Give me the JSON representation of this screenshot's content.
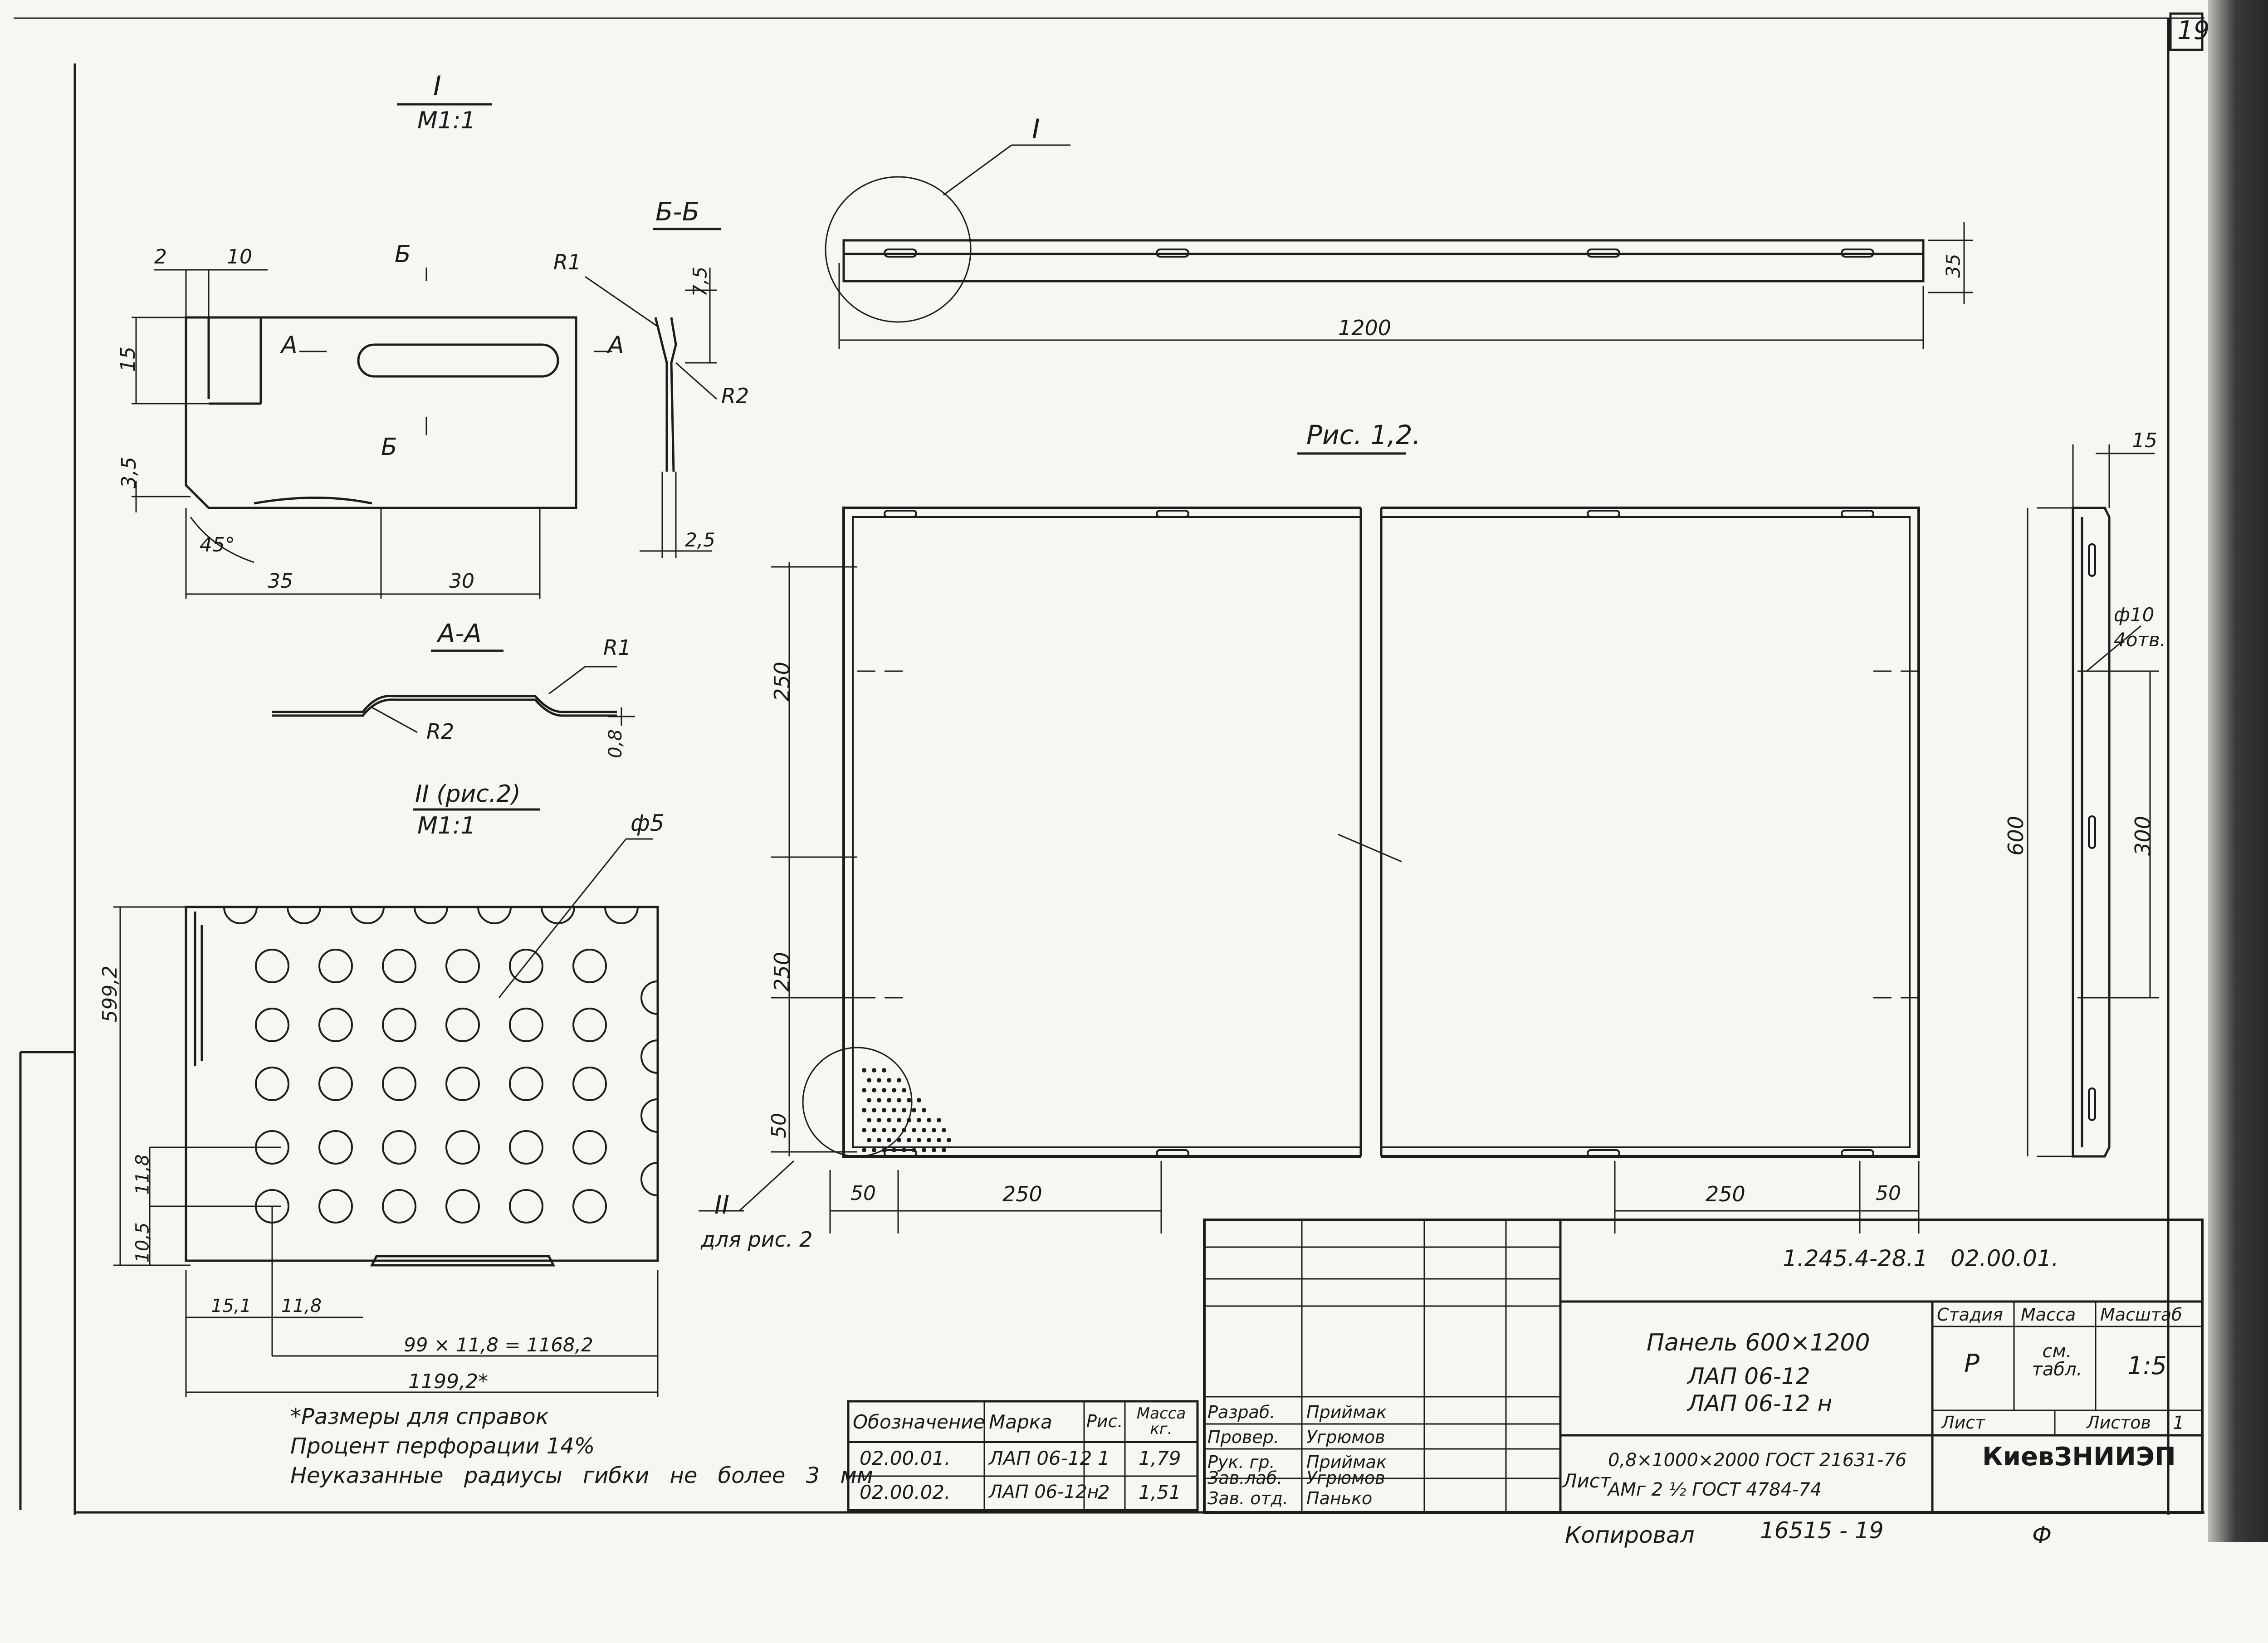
{
  "sheet_number": "19",
  "view_I": {
    "title": "I",
    "scale": "М1:1",
    "dims": {
      "d2": "2",
      "d10": "10",
      "d15": "15",
      "d3_5": "3,5",
      "d35": "35",
      "d30": "30",
      "angle": "45°"
    },
    "section_mark": "Б",
    "cut_mark": "А"
  },
  "section_BB": {
    "title": "Б-Б",
    "r1": "R1",
    "r2": "R2",
    "d7_5": "7,5",
    "d2_5": "2,5"
  },
  "section_AA": {
    "title": "А-А",
    "r1": "R1",
    "r2": "R2",
    "d0_8": "0,8"
  },
  "view_II": {
    "title": "II (рис.2)",
    "scale": "М1:1",
    "hole": "ф5",
    "dims": {
      "v599": "599,2",
      "v11_8": "11,8",
      "v10_5": "10,5",
      "h15_1": "15,1",
      "h11_8": "11,8",
      "chain": "99 × 11,8 = 1168,2",
      "total": "1199,2*"
    }
  },
  "top_view": {
    "callout": "I",
    "length": "1200",
    "height": "35"
  },
  "figure_label": "Рис. 1,2.",
  "main_view": {
    "d250_a": "250",
    "d250_b": "250",
    "d50_v": "50",
    "d50_h1": "50",
    "d250_h1": "250",
    "d250_h2": "250",
    "d50_h2": "50",
    "callout_II": "II",
    "callout_note": "для рис. 2"
  },
  "side_view": {
    "d15": "15",
    "hole_note1": "ф10",
    "hole_note2": "4отв.",
    "d600": "600",
    "d300": "300"
  },
  "notes": [
    "*Размеры для справок",
    "Процент перфорации 14%",
    "Неуказанные радиусы гибки не более 3 мм"
  ],
  "spec_table": {
    "headers": [
      "Обозначение",
      "Марка",
      "Рис.",
      "Масса кг."
    ],
    "rows": [
      [
        "02.00.01.",
        "ЛАП 06-12",
        "1",
        "1,79"
      ],
      [
        "02.00.02.",
        "ЛАП 06-12н",
        "2",
        "1,51"
      ]
    ]
  },
  "title_block": {
    "doc_code": "1.245.4-28.1",
    "doc_number": "02.00.01.",
    "name_line1": "Панель 600×1200",
    "name_line2": "ЛАП 06-12",
    "name_line3": "ЛАП 06-12 н",
    "stage_hdr": "Стадия",
    "mass_hdr": "Масса",
    "scale_hdr": "Масштаб",
    "stage": "Р",
    "mass": "см. табл.",
    "scale": "1:5",
    "sheet_hdr": "Лист",
    "sheets_hdr": "Листов",
    "sheets": "1",
    "material_label": "Лист",
    "material_line1": "0,8×1000×2000 ГОСТ 21631-76",
    "material_line2": "АМг 2 ½ ГОСТ 4784-74",
    "org": "КиевЗНИИЭП",
    "roles": [
      {
        "role": "Разраб.",
        "name": "Приймак"
      },
      {
        "role": "Провер.",
        "name": "Угрюмов"
      },
      {
        "role": "Рук. гр.",
        "name": "Приймак"
      },
      {
        "role": "Зав.лаб.",
        "name": "Угрюмов"
      },
      {
        "role": "Зав. отд.",
        "name": "Панько"
      }
    ]
  },
  "bottom_stamp": {
    "copied": "Копировал",
    "number": "16515 - 19",
    "format": "Ф"
  }
}
